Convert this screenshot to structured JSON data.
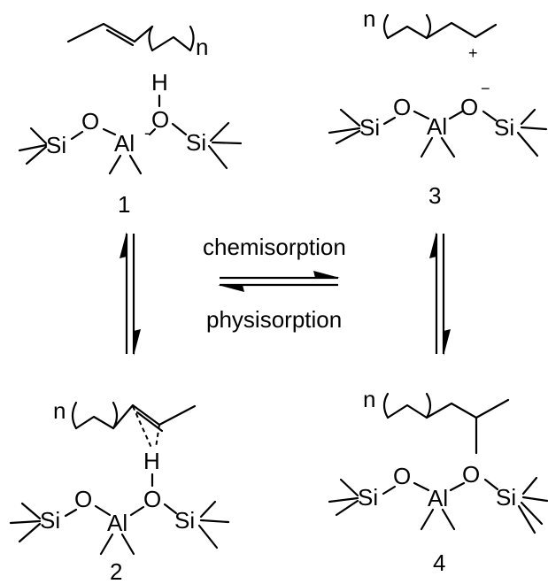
{
  "arrows": {
    "forward_label": "chemisorption",
    "reverse_label": "physisorption"
  },
  "compounds": {
    "c1": {
      "number": "1",
      "top": {
        "n": "n"
      },
      "site": {
        "si_left": "Si",
        "o_left": "O",
        "al": "Al",
        "al_charge": "-",
        "o_right": "O",
        "h": "H",
        "si_right": "Si"
      }
    },
    "c2": {
      "number": "2",
      "top": {
        "n": "n"
      },
      "site": {
        "si_left": "Si",
        "o_left": "O",
        "al": "Al",
        "o_right": "O",
        "h": "H",
        "si_right": "Si"
      }
    },
    "c3": {
      "number": "3",
      "top": {
        "n": "n",
        "charge": "+"
      },
      "site": {
        "si_left": "Si",
        "o_left": "O",
        "al": "Al",
        "o_right": "O",
        "o_charge": "−",
        "si_right": "Si"
      }
    },
    "c4": {
      "number": "4",
      "top": {
        "n": "n"
      },
      "site": {
        "si_left": "Si",
        "o_left": "O",
        "al": "Al",
        "o_right": "O",
        "si_right": "Si"
      }
    }
  }
}
